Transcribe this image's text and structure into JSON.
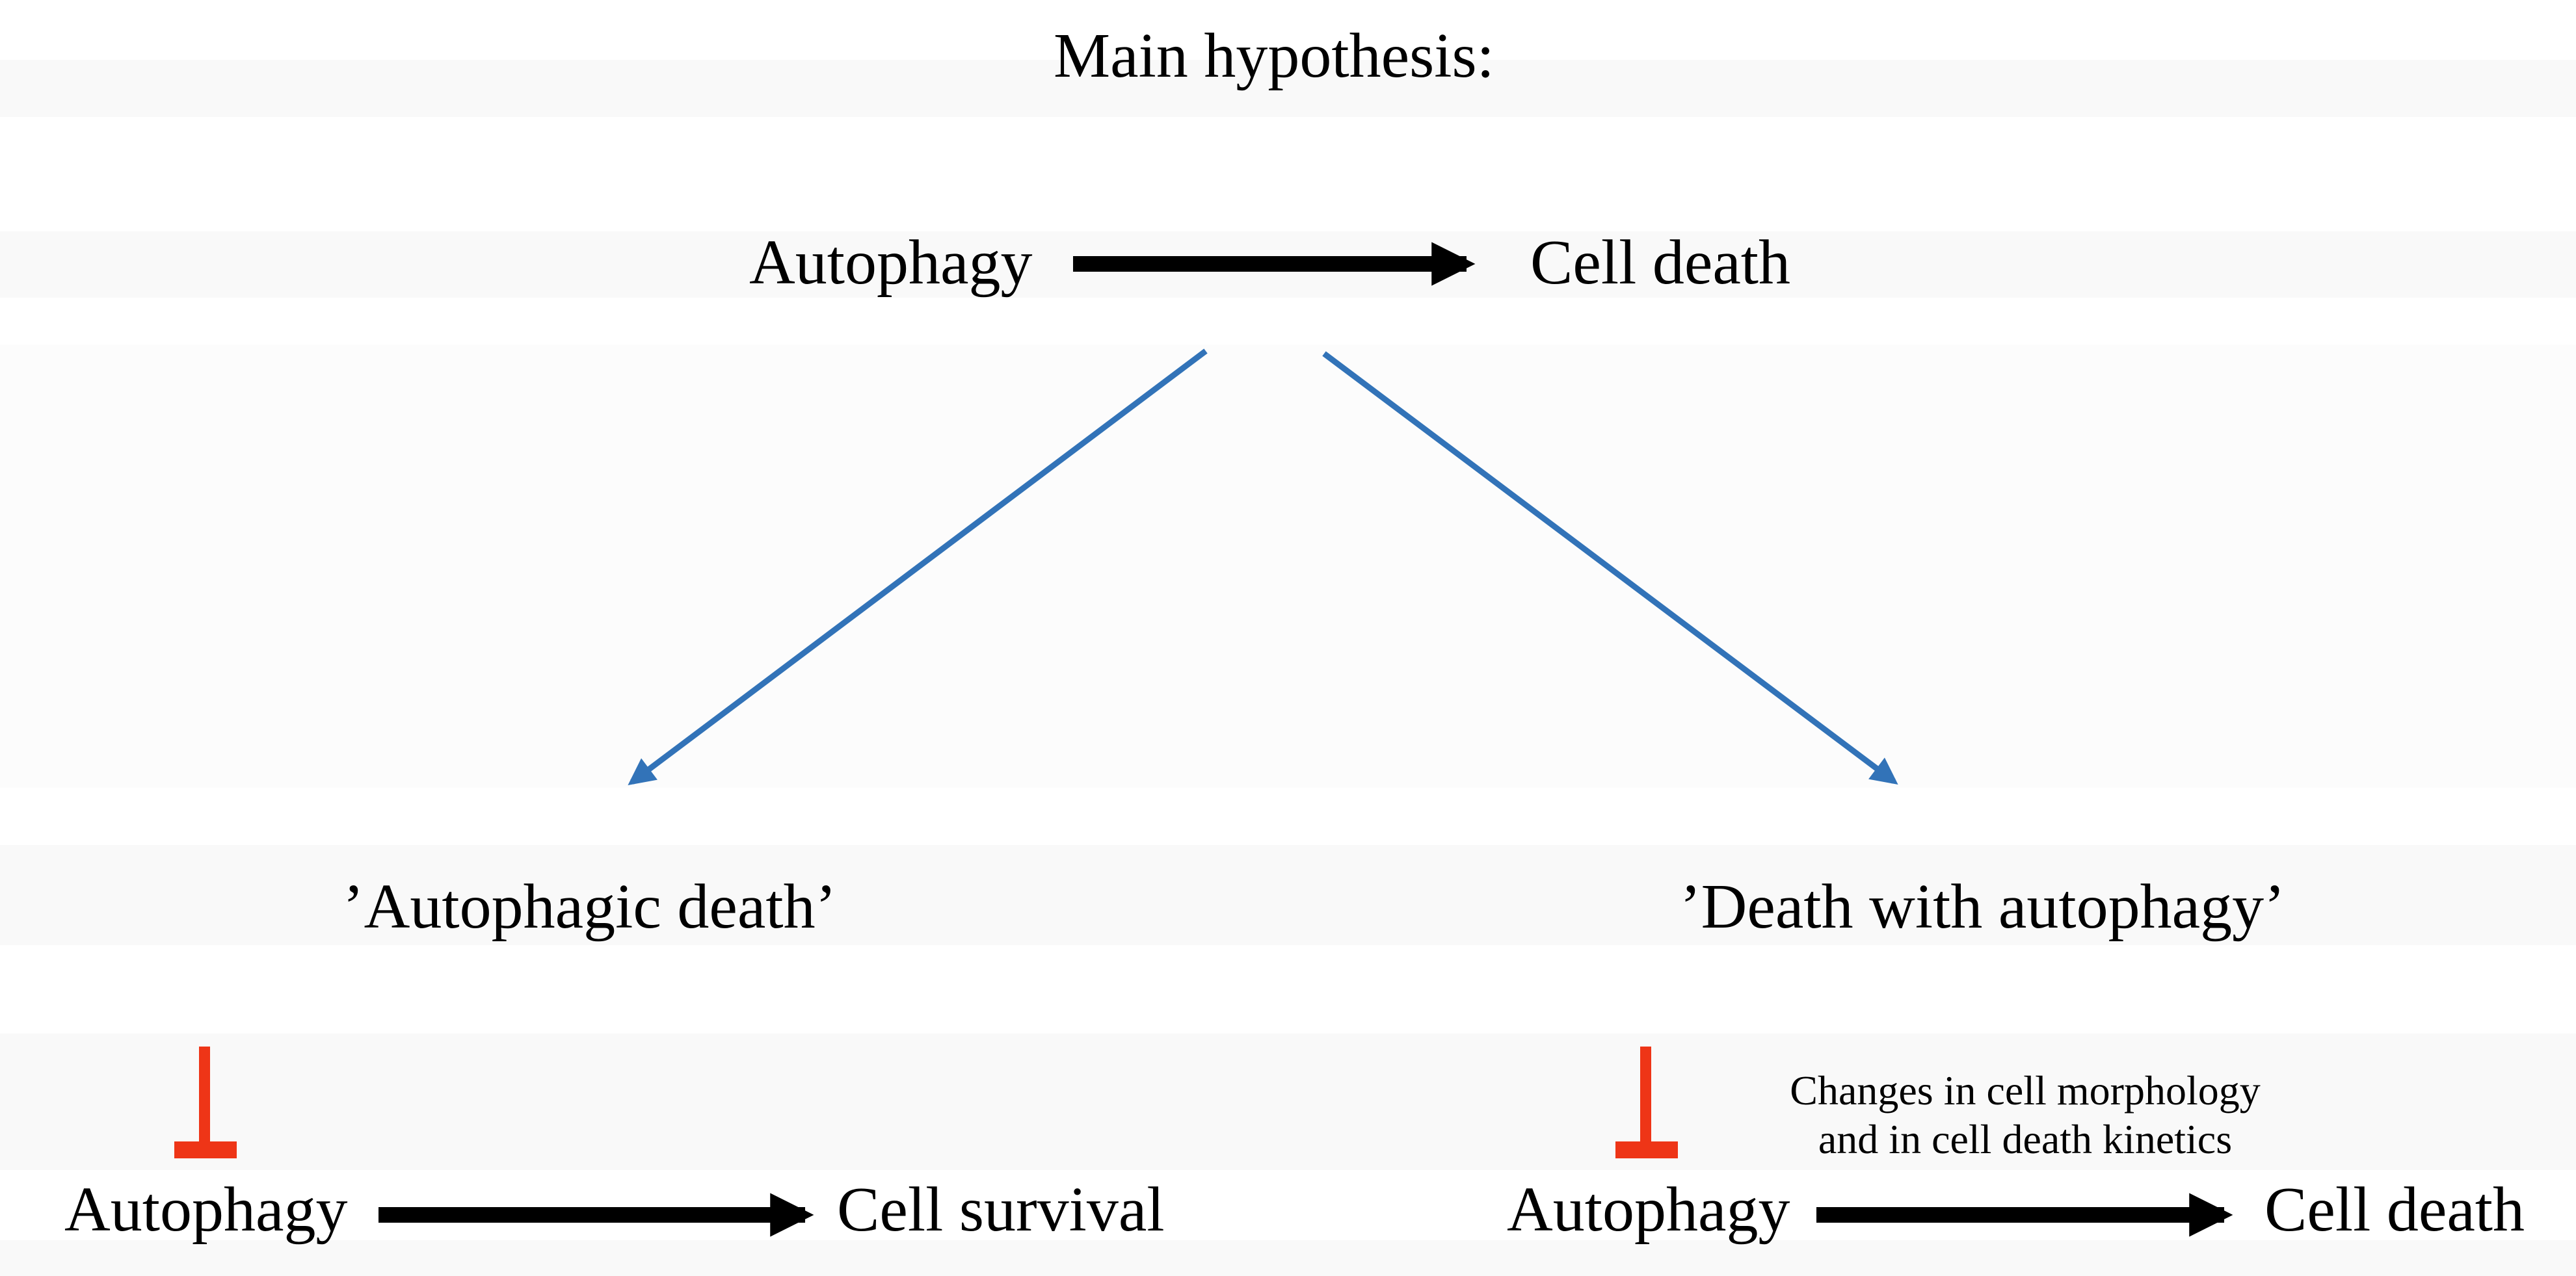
{
  "title": "Main hypothesis:",
  "top_relation": {
    "source": "Autophagy",
    "target": "Cell death"
  },
  "branch_labels": {
    "left": "’Autophagic death’",
    "right": "’Death with autophagy’"
  },
  "left_pathway": {
    "source": "Autophagy",
    "target": "Cell survival"
  },
  "right_pathway": {
    "source": "Autophagy",
    "target": "Cell death",
    "annotation": {
      "line1": "Changes in cell morphology",
      "line2": "and in cell death kinetics"
    }
  },
  "icons": {
    "left_inhibitor": "blunt-end-inhibition-icon",
    "right_inhibitor": "blunt-end-inhibition-icon",
    "main_arrow": "right-arrow-icon",
    "branch_arrows": "diagonal-blue-arrow-icon"
  },
  "colors": {
    "text": "#000000",
    "black_arrow": "#000000",
    "blue_arrow": "#3273B8",
    "red_inhibitor": "#EE3517",
    "background": "#FFFFFF"
  }
}
